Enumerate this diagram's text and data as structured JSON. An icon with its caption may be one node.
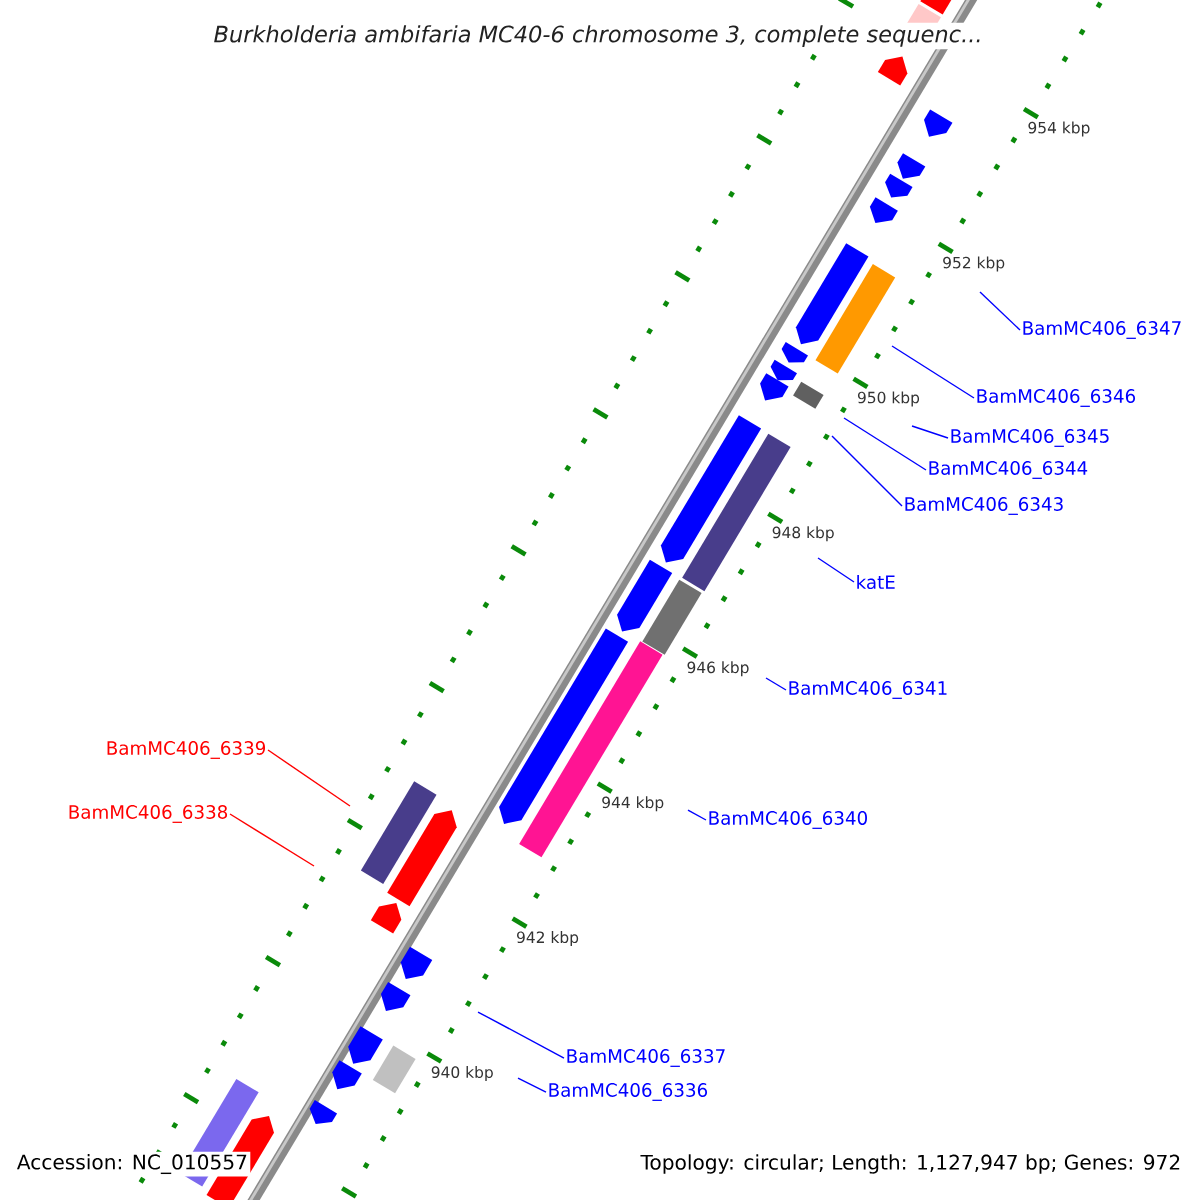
{
  "diagram": {
    "title": "Burkholderia ambifaria MC40-6 chromosome 3, complete sequenc...",
    "nodes": [
      {
        "text": [
          "BamMC406_6347"
        ]
      },
      {
        "text": [
          "BamMC406_6346"
        ]
      },
      {
        "text": [
          "BamMC406_6345"
        ]
      },
      {
        "text": [
          "BamMC406_6344"
        ]
      },
      {
        "text": [
          "BamMC406_6343"
        ]
      },
      {
        "text": [
          "katE"
        ]
      },
      {
        "text": [
          "BamMC406_6341"
        ]
      },
      {
        "text": [
          "BamMC406_6339"
        ]
      },
      {
        "text": [
          "BamMC406_6338"
        ]
      },
      {
        "text": [
          "BamMC406_6340"
        ]
      },
      {
        "text": [
          "BamMC406_6337"
        ]
      },
      {
        "text": [
          "BamMC406_6336"
        ]
      }
    ],
    "edges": [
      {
        "from": 0,
        "to": null,
        "arrow": "none"
      },
      {
        "from": 1,
        "to": null,
        "arrow": "none"
      },
      {
        "from": 2,
        "to": null,
        "arrow": "none"
      },
      {
        "from": 3,
        "to": null,
        "arrow": "none"
      },
      {
        "from": 4,
        "to": null,
        "arrow": "none"
      },
      {
        "from": 5,
        "to": null,
        "arrow": "none"
      },
      {
        "from": 6,
        "to": null,
        "arrow": "none"
      },
      {
        "from": 7,
        "to": null,
        "arrow": "none",
        "color": "#ff0000"
      },
      {
        "from": 8,
        "to": null,
        "arrow": "none",
        "color": "#ff0000"
      },
      {
        "from": 9,
        "to": null,
        "arrow": "none"
      },
      {
        "from": 10,
        "to": null,
        "arrow": "none"
      },
      {
        "from": 11,
        "to": null,
        "arrow": "none"
      }
    ],
    "labels": [
      "954 kbp",
      "952 kbp",
      "950 kbp",
      "948 kbp",
      "946 kbp",
      "944 kbp",
      "942 kbp",
      "940 kbp",
      "Accession: NC_010557",
      "Topology: circular; Length: 1,127,947 bp; Genes: 972"
    ]
  }
}
